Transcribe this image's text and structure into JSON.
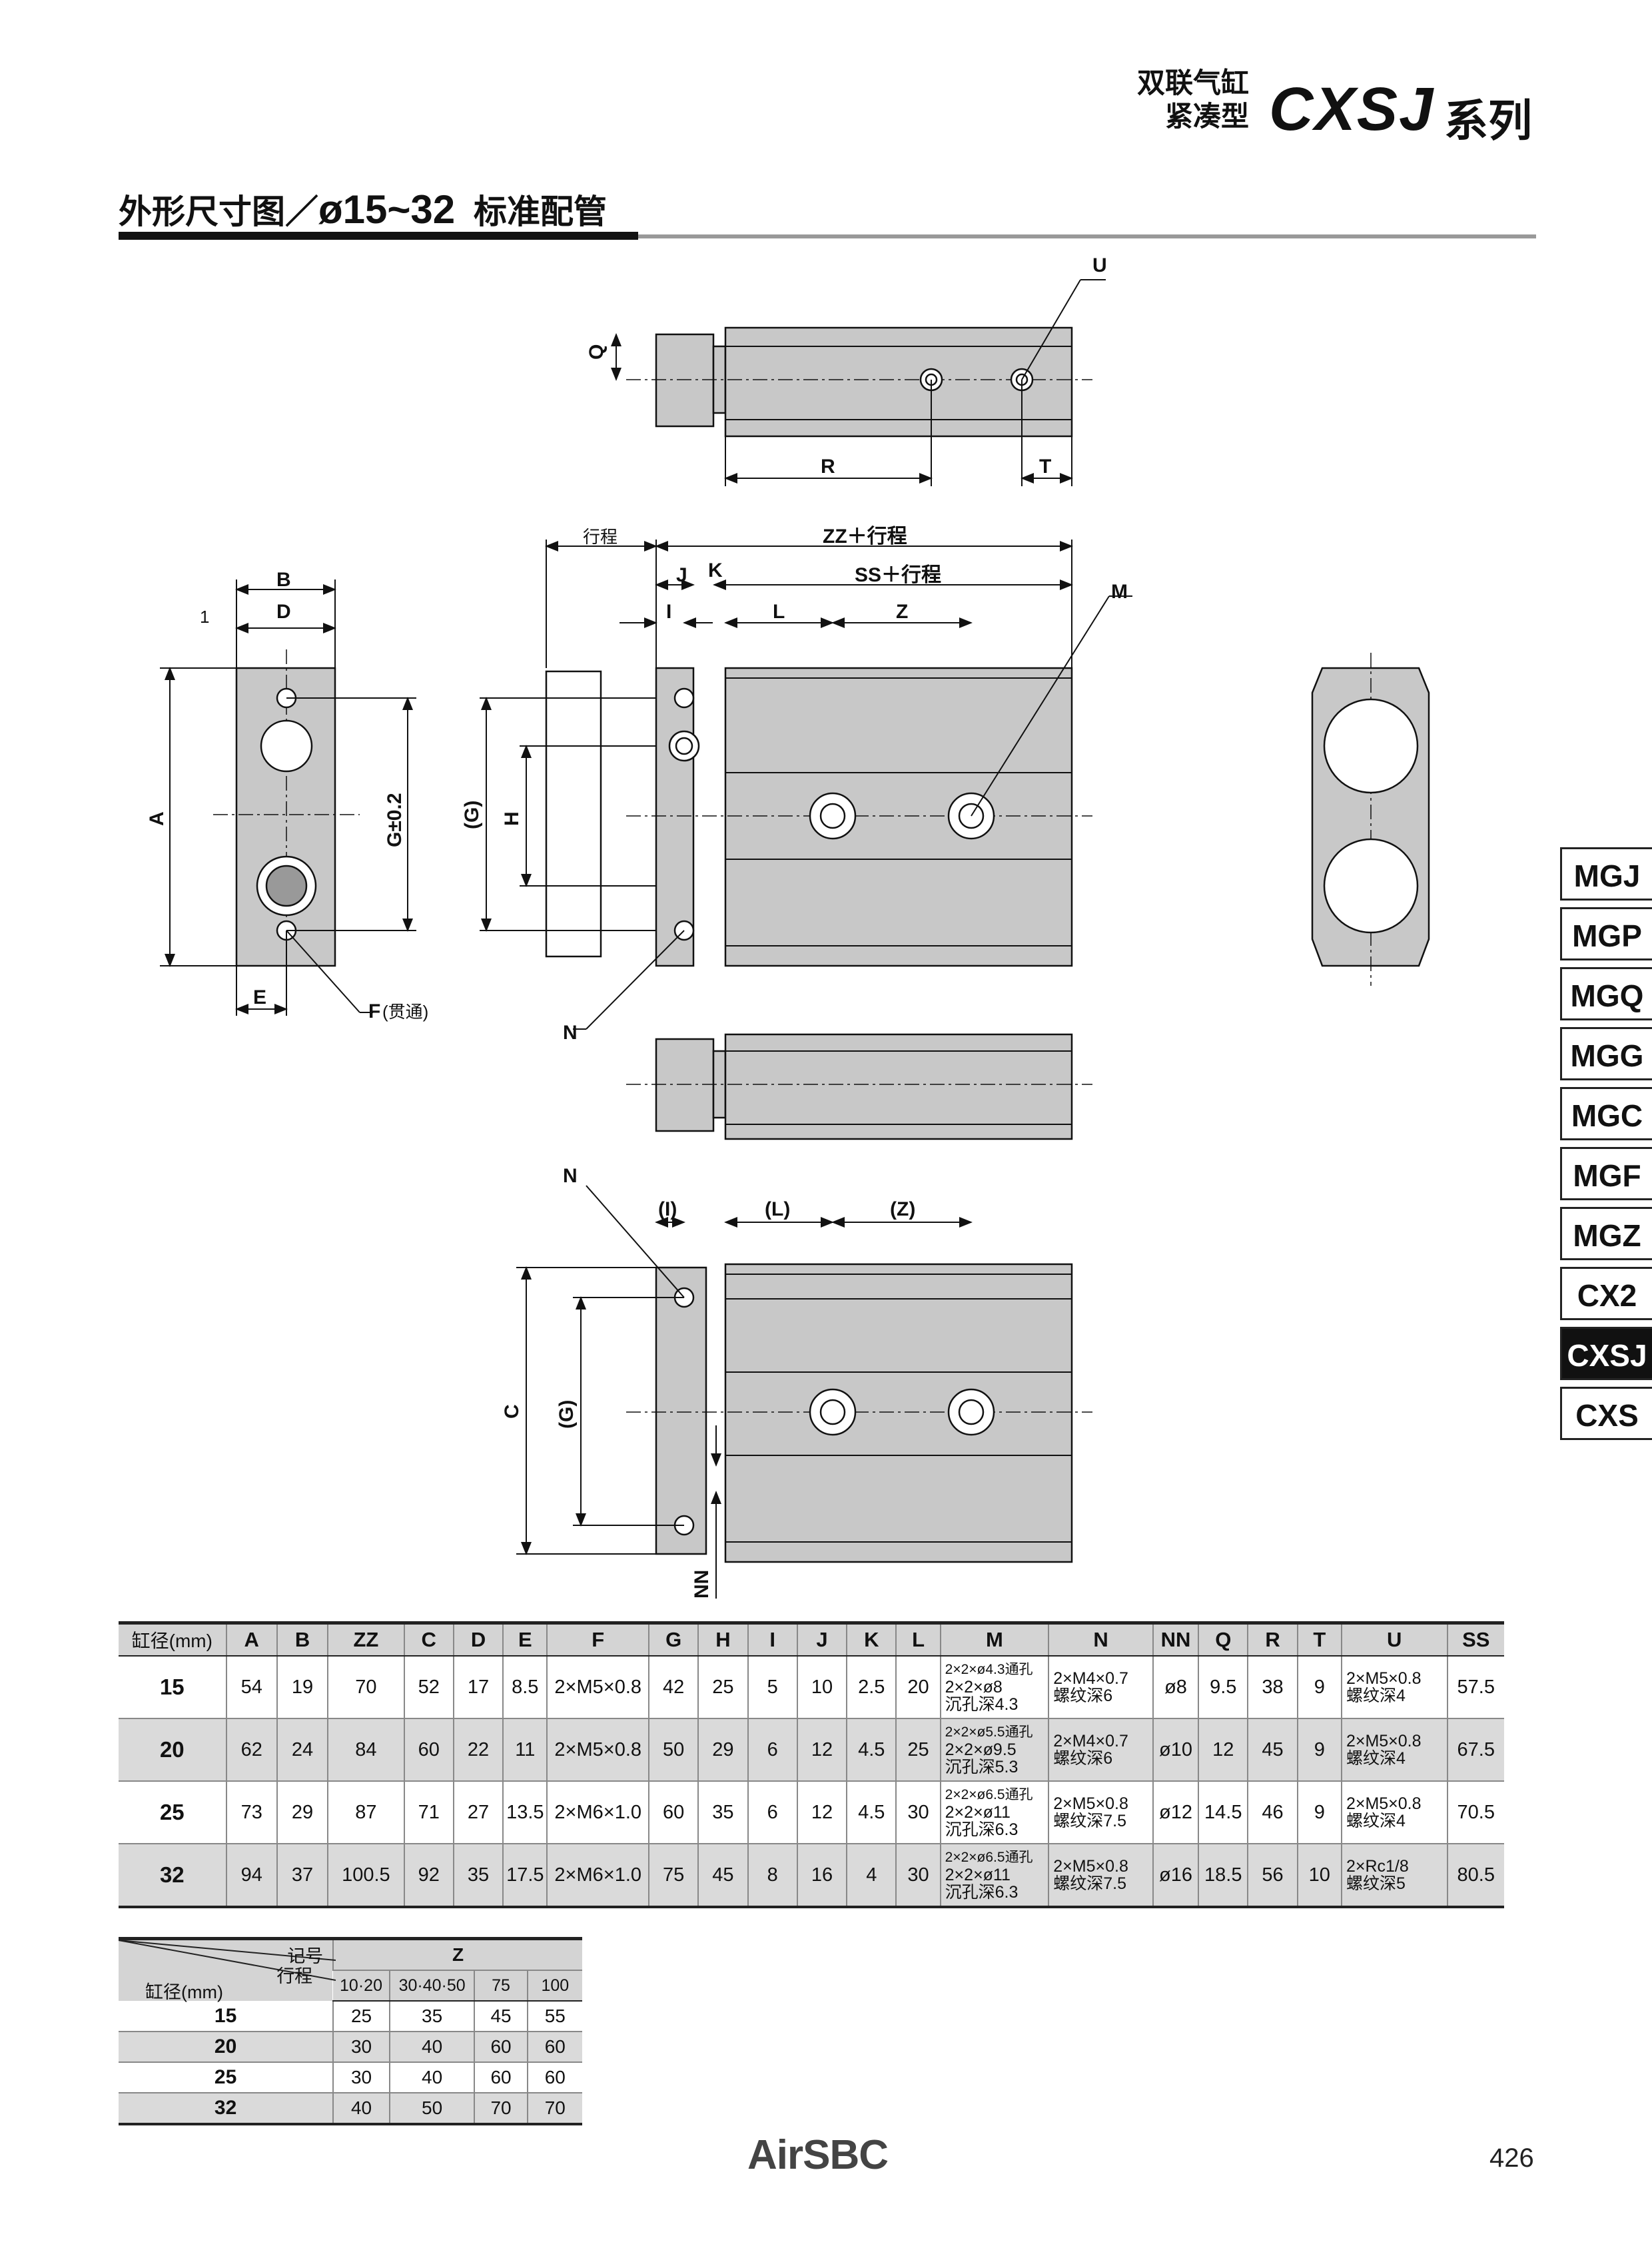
{
  "header": {
    "series_line1": "双联气缸",
    "series_line2": "紧凑型",
    "series_name": "CXSJ",
    "series_suffix": "系列"
  },
  "section": {
    "title_prefix": "外形尺寸图／",
    "title_size": "ø15~32",
    "title_suffix": "标准配管"
  },
  "tabs": [
    "MGJ",
    "MGP",
    "MGQ",
    "MGG",
    "MGC",
    "MGF",
    "MGZ",
    "CX2",
    "CXSJ",
    "CXS"
  ],
  "active_tab": "CXSJ",
  "drawing_labels": {
    "U": "U",
    "Q": "Q",
    "R": "R",
    "T": "T",
    "stroke": "行程",
    "ZZ_stroke": "ZZ＋行程",
    "SS_stroke": "SS＋行程",
    "J": "J",
    "K": "K",
    "I": "I",
    "L": "L",
    "Z": "Z",
    "M": "M",
    "B": "B",
    "D": "D",
    "one": "1",
    "A": "A",
    "G_tol": "G±0.2",
    "E": "E",
    "F": "F",
    "F_note": "(贯通)",
    "G_par": "(G)",
    "H": "H",
    "N": "N",
    "I_par": "(I)",
    "L_par": "(L)",
    "Z_par": "(Z)",
    "C": "C",
    "NN": "NN"
  },
  "main_table": {
    "headers": [
      "缸径(mm)",
      "A",
      "B",
      "ZZ",
      "C",
      "D",
      "E",
      "F",
      "G",
      "H",
      "I",
      "J",
      "K",
      "L",
      "M",
      "N",
      "NN",
      "Q",
      "R",
      "T",
      "U",
      "SS"
    ],
    "rows": [
      {
        "bore": "15",
        "A": "54",
        "B": "19",
        "ZZ": "70",
        "C": "52",
        "D": "17",
        "E": "8.5",
        "F": "2×M5×0.8",
        "G": "42",
        "H": "25",
        "I": "5",
        "J": "10",
        "K": "2.5",
        "L": "20",
        "M": [
          "2×2×ø4.3通孔",
          "2×2×ø8",
          "沉孔深4.3"
        ],
        "N": [
          "2×M4×0.7",
          "螺纹深6"
        ],
        "NN": "ø8",
        "Q": "9.5",
        "R": "38",
        "T": "9",
        "U": [
          "2×M5×0.8",
          "螺纹深4"
        ],
        "SS": "57.5"
      },
      {
        "bore": "20",
        "A": "62",
        "B": "24",
        "ZZ": "84",
        "C": "60",
        "D": "22",
        "E": "11",
        "F": "2×M5×0.8",
        "G": "50",
        "H": "29",
        "I": "6",
        "J": "12",
        "K": "4.5",
        "L": "25",
        "M": [
          "2×2×ø5.5通孔",
          "2×2×ø9.5",
          "沉孔深5.3"
        ],
        "N": [
          "2×M4×0.7",
          "螺纹深6"
        ],
        "NN": "ø10",
        "Q": "12",
        "R": "45",
        "T": "9",
        "U": [
          "2×M5×0.8",
          "螺纹深4"
        ],
        "SS": "67.5"
      },
      {
        "bore": "25",
        "A": "73",
        "B": "29",
        "ZZ": "87",
        "C": "71",
        "D": "27",
        "E": "13.5",
        "F": "2×M6×1.0",
        "G": "60",
        "H": "35",
        "I": "6",
        "J": "12",
        "K": "4.5",
        "L": "30",
        "M": [
          "2×2×ø6.5通孔",
          "2×2×ø11",
          "沉孔深6.3"
        ],
        "N": [
          "2×M5×0.8",
          "螺纹深7.5"
        ],
        "NN": "ø12",
        "Q": "14.5",
        "R": "46",
        "T": "9",
        "U": [
          "2×M5×0.8",
          "螺纹深4"
        ],
        "SS": "70.5"
      },
      {
        "bore": "32",
        "A": "94",
        "B": "37",
        "ZZ": "100.5",
        "C": "92",
        "D": "35",
        "E": "17.5",
        "F": "2×M6×1.0",
        "G": "75",
        "H": "45",
        "I": "8",
        "J": "16",
        "K": "4",
        "L": "30",
        "M": [
          "2×2×ø6.5通孔",
          "2×2×ø11",
          "沉孔深6.3"
        ],
        "N": [
          "2×M5×0.8",
          "螺纹深7.5"
        ],
        "NN": "ø16",
        "Q": "18.5",
        "R": "56",
        "T": "10",
        "U": [
          "2×Rc1/8",
          "螺纹深5"
        ],
        "SS": "80.5"
      }
    ]
  },
  "z_table": {
    "corner_symbol": "记号",
    "corner_stroke": "行程",
    "corner_bore": "缸径(mm)",
    "group_header": "Z",
    "stroke_headers": [
      "10·20",
      "30·40·50",
      "75",
      "100"
    ],
    "rows": [
      {
        "bore": "15",
        "values": [
          "25",
          "35",
          "45",
          "55"
        ]
      },
      {
        "bore": "20",
        "values": [
          "30",
          "40",
          "60",
          "60"
        ]
      },
      {
        "bore": "25",
        "values": [
          "30",
          "40",
          "60",
          "60"
        ]
      },
      {
        "bore": "32",
        "values": [
          "40",
          "50",
          "70",
          "70"
        ]
      }
    ]
  },
  "footer": {
    "brand": "AirSBC",
    "page": "426"
  },
  "colors": {
    "body_fill": "#c8c8c8",
    "tab_active": "#111111",
    "table_header": "#d4d4d4"
  }
}
